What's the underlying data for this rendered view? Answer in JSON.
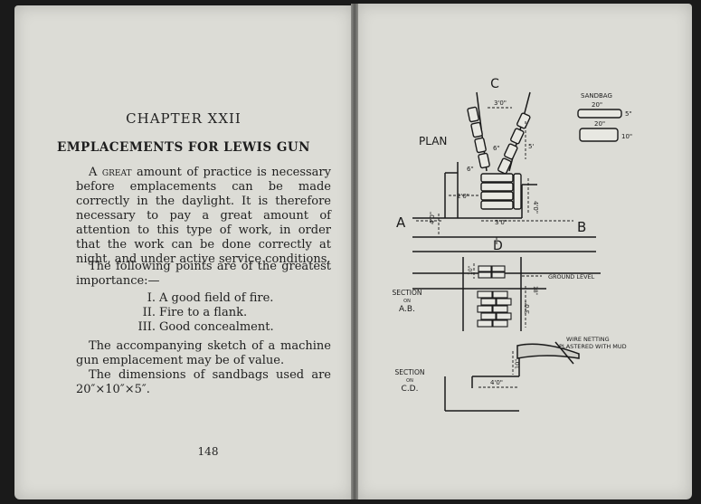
{
  "left_page": {
    "chapter": "CHAPTER XXII",
    "heading": "EMPLACEMENTS FOR LEWIS GUN",
    "para1_lead": "A great",
    "para1_rest": " amount of practice is necessary before emplacements can be made correctly in the daylight. It is therefore necessary to pay a great amount of attention to this type of work, in order that the work can be done correctly at night, and under active service conditions.",
    "para2": "The following points are of the greatest importance:—",
    "points": [
      {
        "numeral": "I.",
        "text": "A good field of fire."
      },
      {
        "numeral": "II.",
        "text": "Fire to a flank."
      },
      {
        "numeral": "III.",
        "text": "Good concealment."
      }
    ],
    "para3": "The accompanying sketch of a machine gun emplacement may be of value.",
    "para4": "The dimensions of sandbags used are 20″×10″×5″.",
    "page_number": "148"
  },
  "diagram": {
    "label_c": "C",
    "label_plan": "PLAN",
    "label_a": "A",
    "label_b": "B",
    "label_d": "D",
    "dim_top": "3'0\"",
    "dim_5": "5'",
    "dim_6a": "6\"",
    "dim_6b": "6\"",
    "dim_2": "2'0\"",
    "dim_4v": "4'0\"",
    "dim_3h": "3'0\"",
    "dim_4a": "4'0\"",
    "sandbag_title": "SANDBAG",
    "sandbag_20a": "20\"",
    "sandbag_5": "5\"",
    "sandbag_20b": "20\"",
    "sandbag_10": "10\"",
    "ground_level": "GROUND LEVEL",
    "section_ab_1": "SECTION",
    "section_ab_2": "ON",
    "section_ab_3": "A.B.",
    "dim_10": "10\"",
    "dim_18": "18\"",
    "dim_30": "3'0\"",
    "wire_1": "WIRE NETTING",
    "wire_2": "PLASTERED WITH MUD",
    "section_cd_1": "SECTION",
    "section_cd_2": "ON",
    "section_cd_3": "C.D.",
    "dim_cd_10": "10\"",
    "dim_cd_4": "4'0\""
  }
}
